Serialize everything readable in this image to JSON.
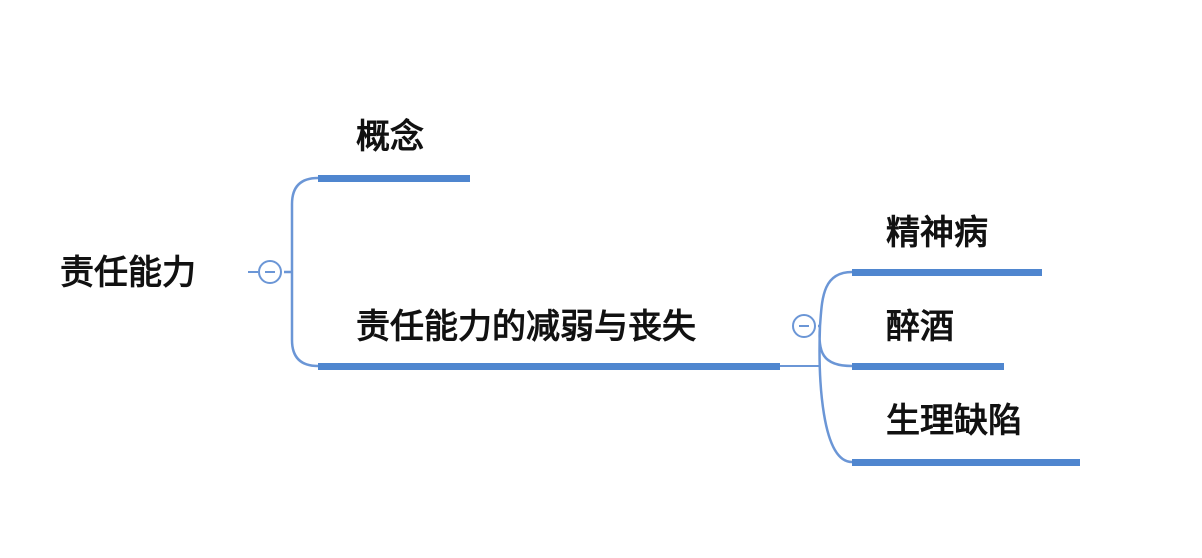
{
  "root": {
    "label": "责任能力",
    "collapse_icon": "minus-circle-icon"
  },
  "branches": [
    {
      "label": "概念"
    },
    {
      "label": "责任能力的减弱与丧失",
      "collapse_icon": "minus-circle-icon",
      "children": [
        {
          "label": "精神病"
        },
        {
          "label": "醉酒"
        },
        {
          "label": "生理缺陷"
        }
      ]
    }
  ],
  "colors": {
    "branch_line": "#4f86cf",
    "connector": "#6b96d6",
    "text": "#111111"
  }
}
